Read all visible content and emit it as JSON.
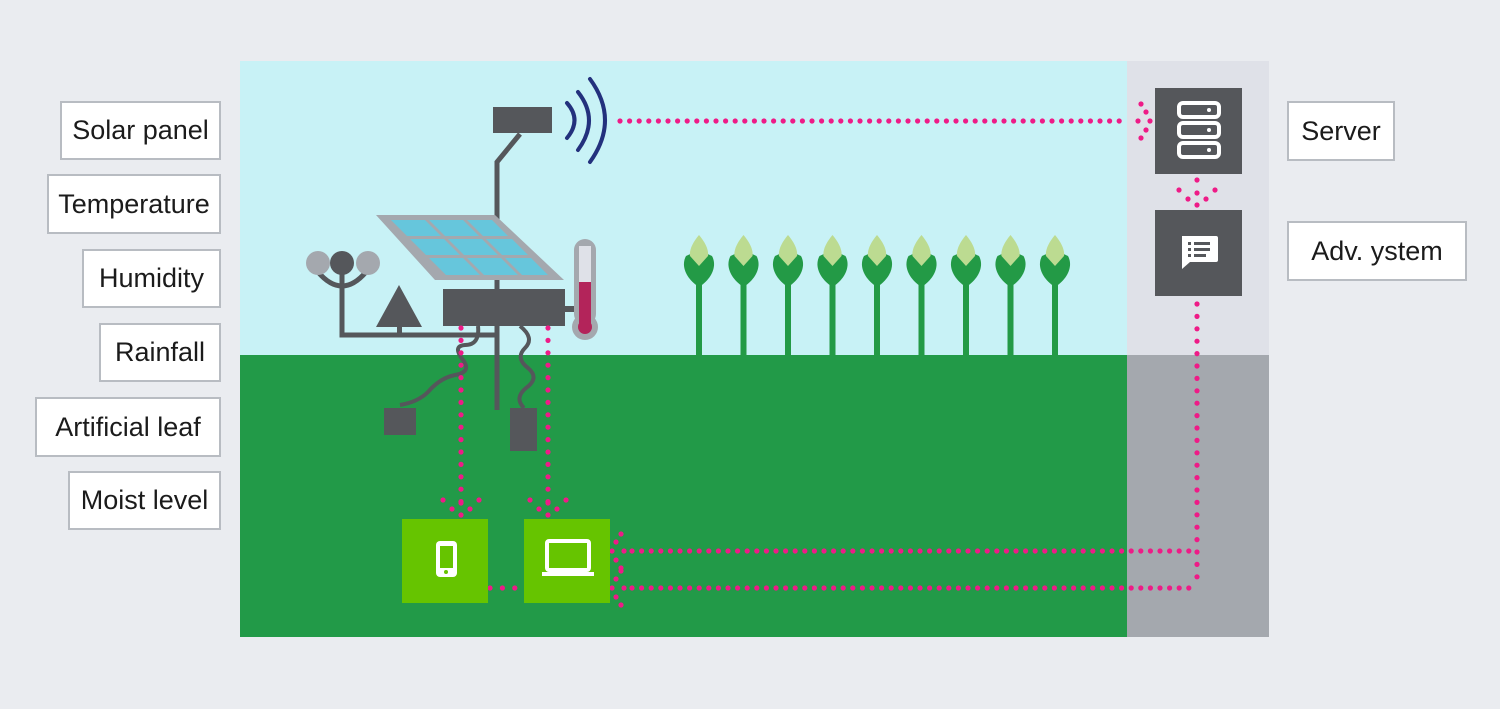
{
  "left_labels": [
    {
      "id": "solar-panel",
      "text": "Solar panel"
    },
    {
      "id": "temperature",
      "text": "Temperature"
    },
    {
      "id": "humidity",
      "text": "Humidity"
    },
    {
      "id": "rainfall",
      "text": "Rainfall"
    },
    {
      "id": "artificial-leaf",
      "text": "Artificial leaf"
    },
    {
      "id": "moist-level",
      "text": "Moist level"
    }
  ],
  "right_labels": [
    {
      "id": "server",
      "text": "Server"
    },
    {
      "id": "advisory-system",
      "text": "Adv. ystem"
    }
  ],
  "nodes": {
    "server": {
      "icon": "server-icon"
    },
    "advisory": {
      "icon": "message-list-icon"
    },
    "phone": {
      "icon": "smartphone-icon"
    },
    "laptop": {
      "icon": "laptop-icon"
    }
  },
  "crops": {
    "count": 9
  },
  "colors": {
    "background": "#eaecf0",
    "sky": "#c8f2f6",
    "ground": "#229a48",
    "server_column_top": "#dfe1e8",
    "server_column_bottom": "#a4a8ae",
    "device_dark": "#55575b",
    "device_green": "#66c400",
    "connector_dots": "#ee1b87",
    "signal_waves": "#23317d",
    "solar_cell": "#66c6dc",
    "thermometer_fill": "#b3245a",
    "crop_leaf": "#239a46",
    "crop_bud": "#bcdb91"
  }
}
